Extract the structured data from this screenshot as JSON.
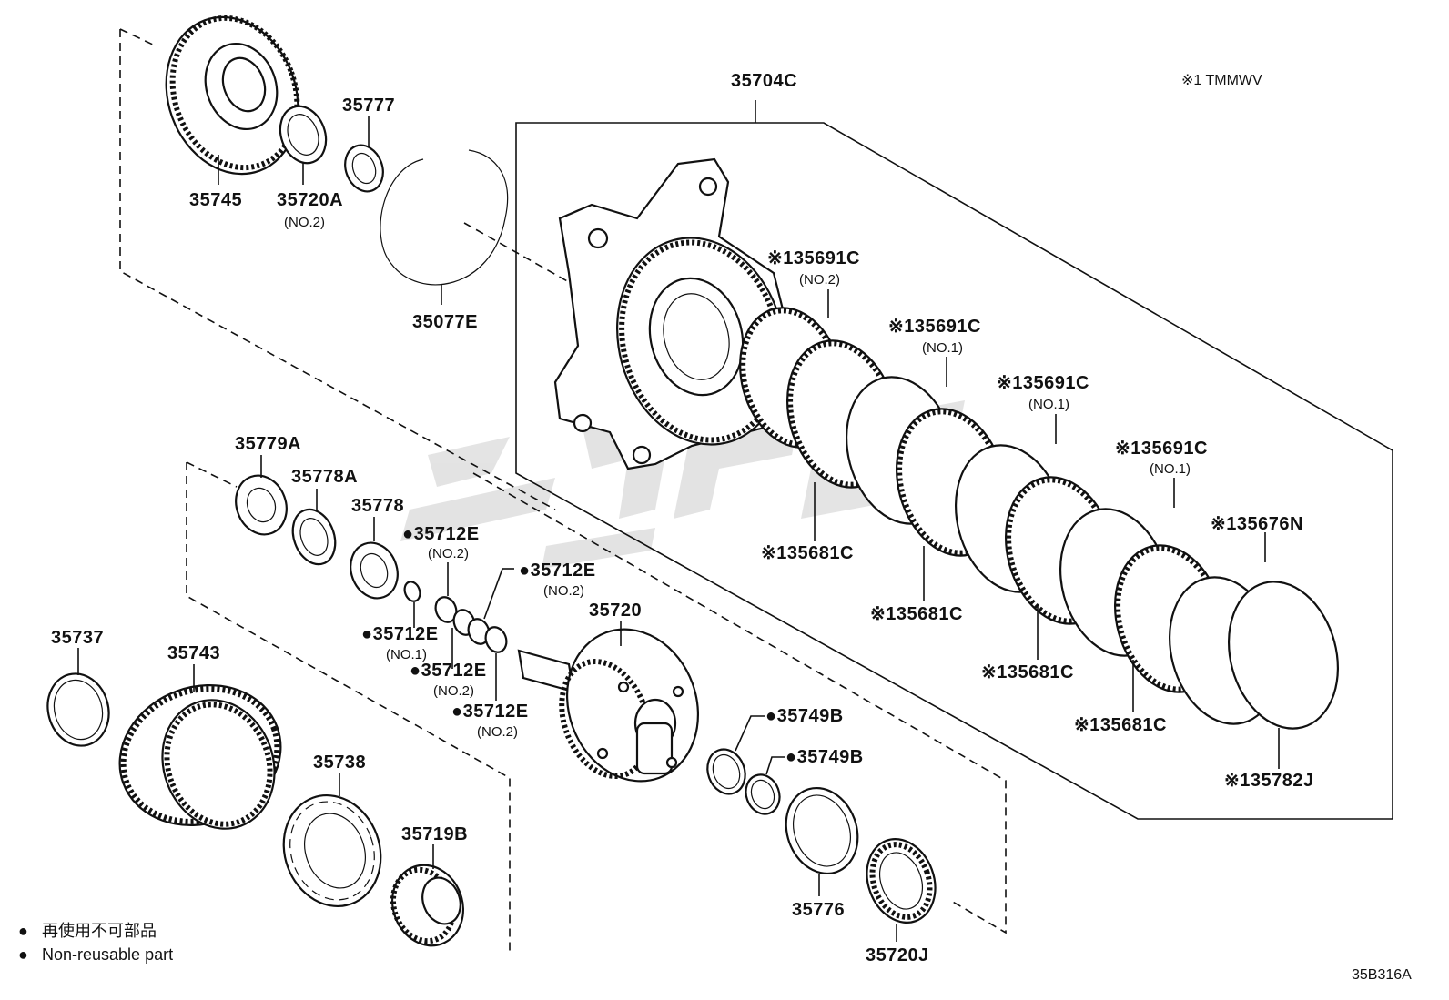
{
  "header": {
    "note": "※1 TMMWV"
  },
  "parts": {
    "p35745": "35745",
    "p35720A": "35720A",
    "p35720A_sub": "(NO.2)",
    "p35777": "35777",
    "p35077E": "35077E",
    "p35704C": "35704C",
    "p35691C_a": "※135691C",
    "p35691C_a_sub": "(NO.2)",
    "p35691C_b": "※135691C",
    "p35691C_b_sub": "(NO.1)",
    "p35691C_c": "※135691C",
    "p35691C_c_sub": "(NO.1)",
    "p35691C_d": "※135691C",
    "p35691C_d_sub": "(NO.1)",
    "p35676N": "※135676N",
    "p35681C_a": "※135681C",
    "p35681C_b": "※135681C",
    "p35681C_c": "※135681C",
    "p35681C_d": "※135681C",
    "p35782J": "※135782J",
    "p35779A": "35779A",
    "p35778A": "35778A",
    "p35778": "35778",
    "p35712E_a": "●35712E",
    "p35712E_a_sub": "(NO.2)",
    "p35712E_b": "●35712E",
    "p35712E_b_sub": "(NO.2)",
    "p35712E_c": "●35712E",
    "p35712E_c_sub": "(NO.1)",
    "p35712E_d": "●35712E",
    "p35712E_d_sub": "(NO.2)",
    "p35712E_e": "●35712E",
    "p35712E_e_sub": "(NO.2)",
    "p35720": "35720",
    "p35737": "35737",
    "p35743": "35743",
    "p35738": "35738",
    "p35719B": "35719B",
    "p35749B_a": "●35749B",
    "p35749B_b": "●35749B",
    "p35776": "35776",
    "p35720J": "35720J"
  },
  "legend": {
    "bullet": "●",
    "line1": "再使用不可部品",
    "line2": "Non-reusable part"
  },
  "footer": {
    "diagram_code": "35B316A"
  }
}
